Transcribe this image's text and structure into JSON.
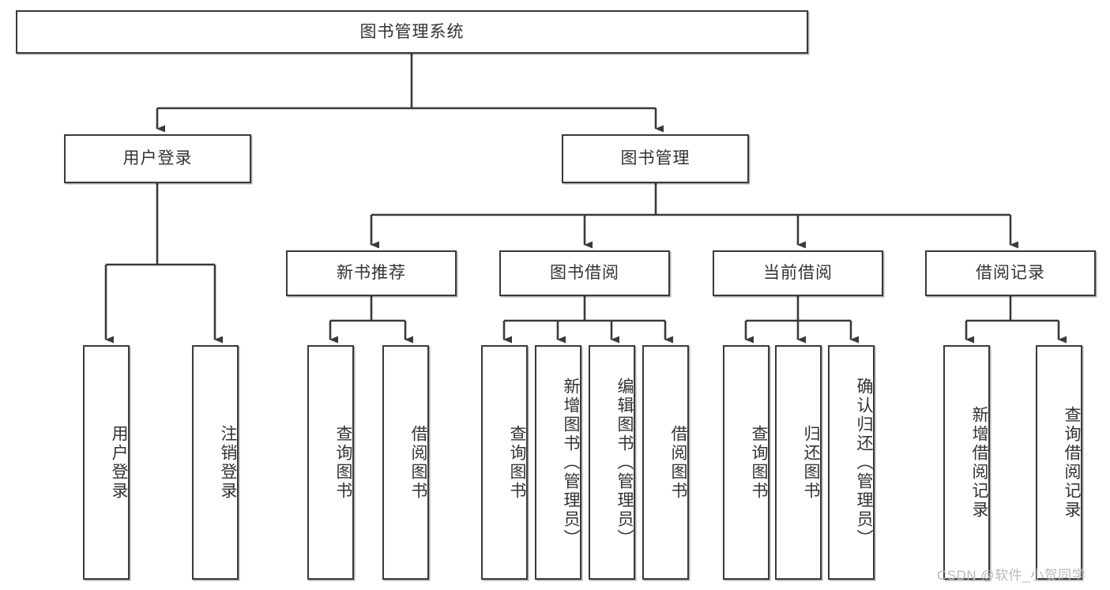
{
  "diagram": {
    "type": "tree",
    "title": "图书管理系统",
    "root": {
      "id": "root",
      "label": "图书管理系统",
      "orientation": "horizontal"
    },
    "level2": [
      {
        "id": "user-login",
        "label": "用户登录",
        "orientation": "horizontal"
      },
      {
        "id": "book-management",
        "label": "图书管理",
        "orientation": "horizontal"
      }
    ],
    "level3": [
      {
        "id": "new-book-recommend",
        "label": "新书推荐",
        "orientation": "horizontal",
        "parent": "book-management"
      },
      {
        "id": "book-borrow",
        "label": "图书借阅",
        "orientation": "horizontal",
        "parent": "book-management"
      },
      {
        "id": "current-borrow",
        "label": "当前借阅",
        "orientation": "horizontal",
        "parent": "book-management"
      },
      {
        "id": "borrow-record",
        "label": "借阅记录",
        "orientation": "horizontal",
        "parent": "book-management"
      }
    ],
    "leaves": [
      {
        "id": "leaf-user-login",
        "label": "用户登录",
        "orientation": "vertical",
        "parent": "user-login"
      },
      {
        "id": "leaf-logout-login",
        "label": "注销登录",
        "orientation": "vertical",
        "parent": "user-login"
      },
      {
        "id": "leaf-query-book-1",
        "label": "查询图书",
        "orientation": "vertical",
        "parent": "new-book-recommend"
      },
      {
        "id": "leaf-borrow-book-1",
        "label": "借阅图书",
        "orientation": "vertical",
        "parent": "new-book-recommend"
      },
      {
        "id": "leaf-query-book-2",
        "label": "查询图书",
        "orientation": "vertical",
        "parent": "book-borrow"
      },
      {
        "id": "leaf-add-book-admin",
        "label": "新增图书（管理员）",
        "orientation": "vertical",
        "parent": "book-borrow"
      },
      {
        "id": "leaf-edit-book-admin",
        "label": "编辑图书（管理员）",
        "orientation": "vertical",
        "parent": "book-borrow"
      },
      {
        "id": "leaf-borrow-book-2",
        "label": "借阅图书",
        "orientation": "vertical",
        "parent": "book-borrow"
      },
      {
        "id": "leaf-query-book-3",
        "label": "查询图书",
        "orientation": "vertical",
        "parent": "current-borrow"
      },
      {
        "id": "leaf-return-book",
        "label": "归还图书",
        "orientation": "vertical",
        "parent": "current-borrow"
      },
      {
        "id": "leaf-confirm-return-admin",
        "label": "确认归还（管理员）",
        "orientation": "vertical",
        "parent": "current-borrow"
      },
      {
        "id": "leaf-add-borrow-record",
        "label": "新增借阅记录",
        "orientation": "vertical",
        "parent": "borrow-record"
      },
      {
        "id": "leaf-query-borrow-record",
        "label": "查询借阅记录",
        "orientation": "vertical",
        "parent": "borrow-record"
      }
    ]
  },
  "watermark": {
    "text": "CSDN @软件_小贺同学"
  },
  "colors": {
    "box_border": "#3a3a3a",
    "box_fill": "#ffffff",
    "text": "#333333",
    "connector": "#3a3a3a",
    "watermark": "#b9b9b9",
    "background": "#ffffff"
  }
}
